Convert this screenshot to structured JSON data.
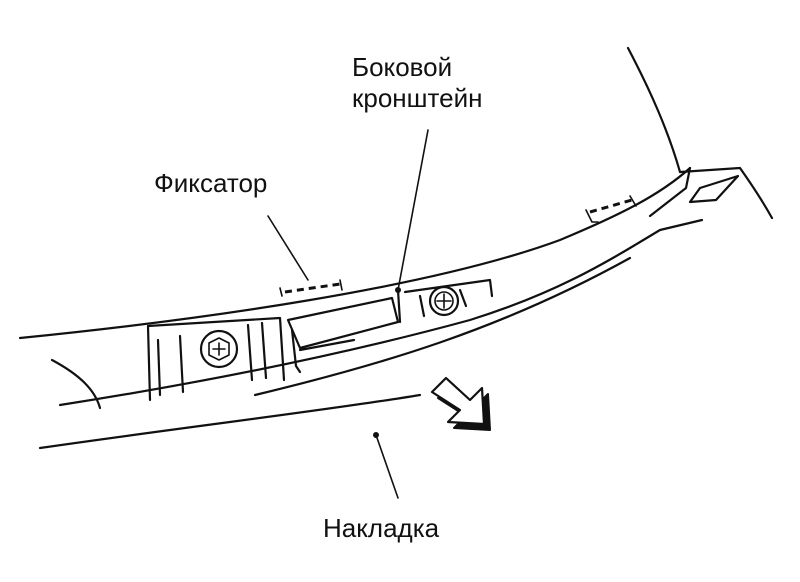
{
  "labels": {
    "side_bracket": [
      "Боковой",
      "кронштейн"
    ],
    "clip": "Фиксатор",
    "trim": "Накладка"
  }
}
